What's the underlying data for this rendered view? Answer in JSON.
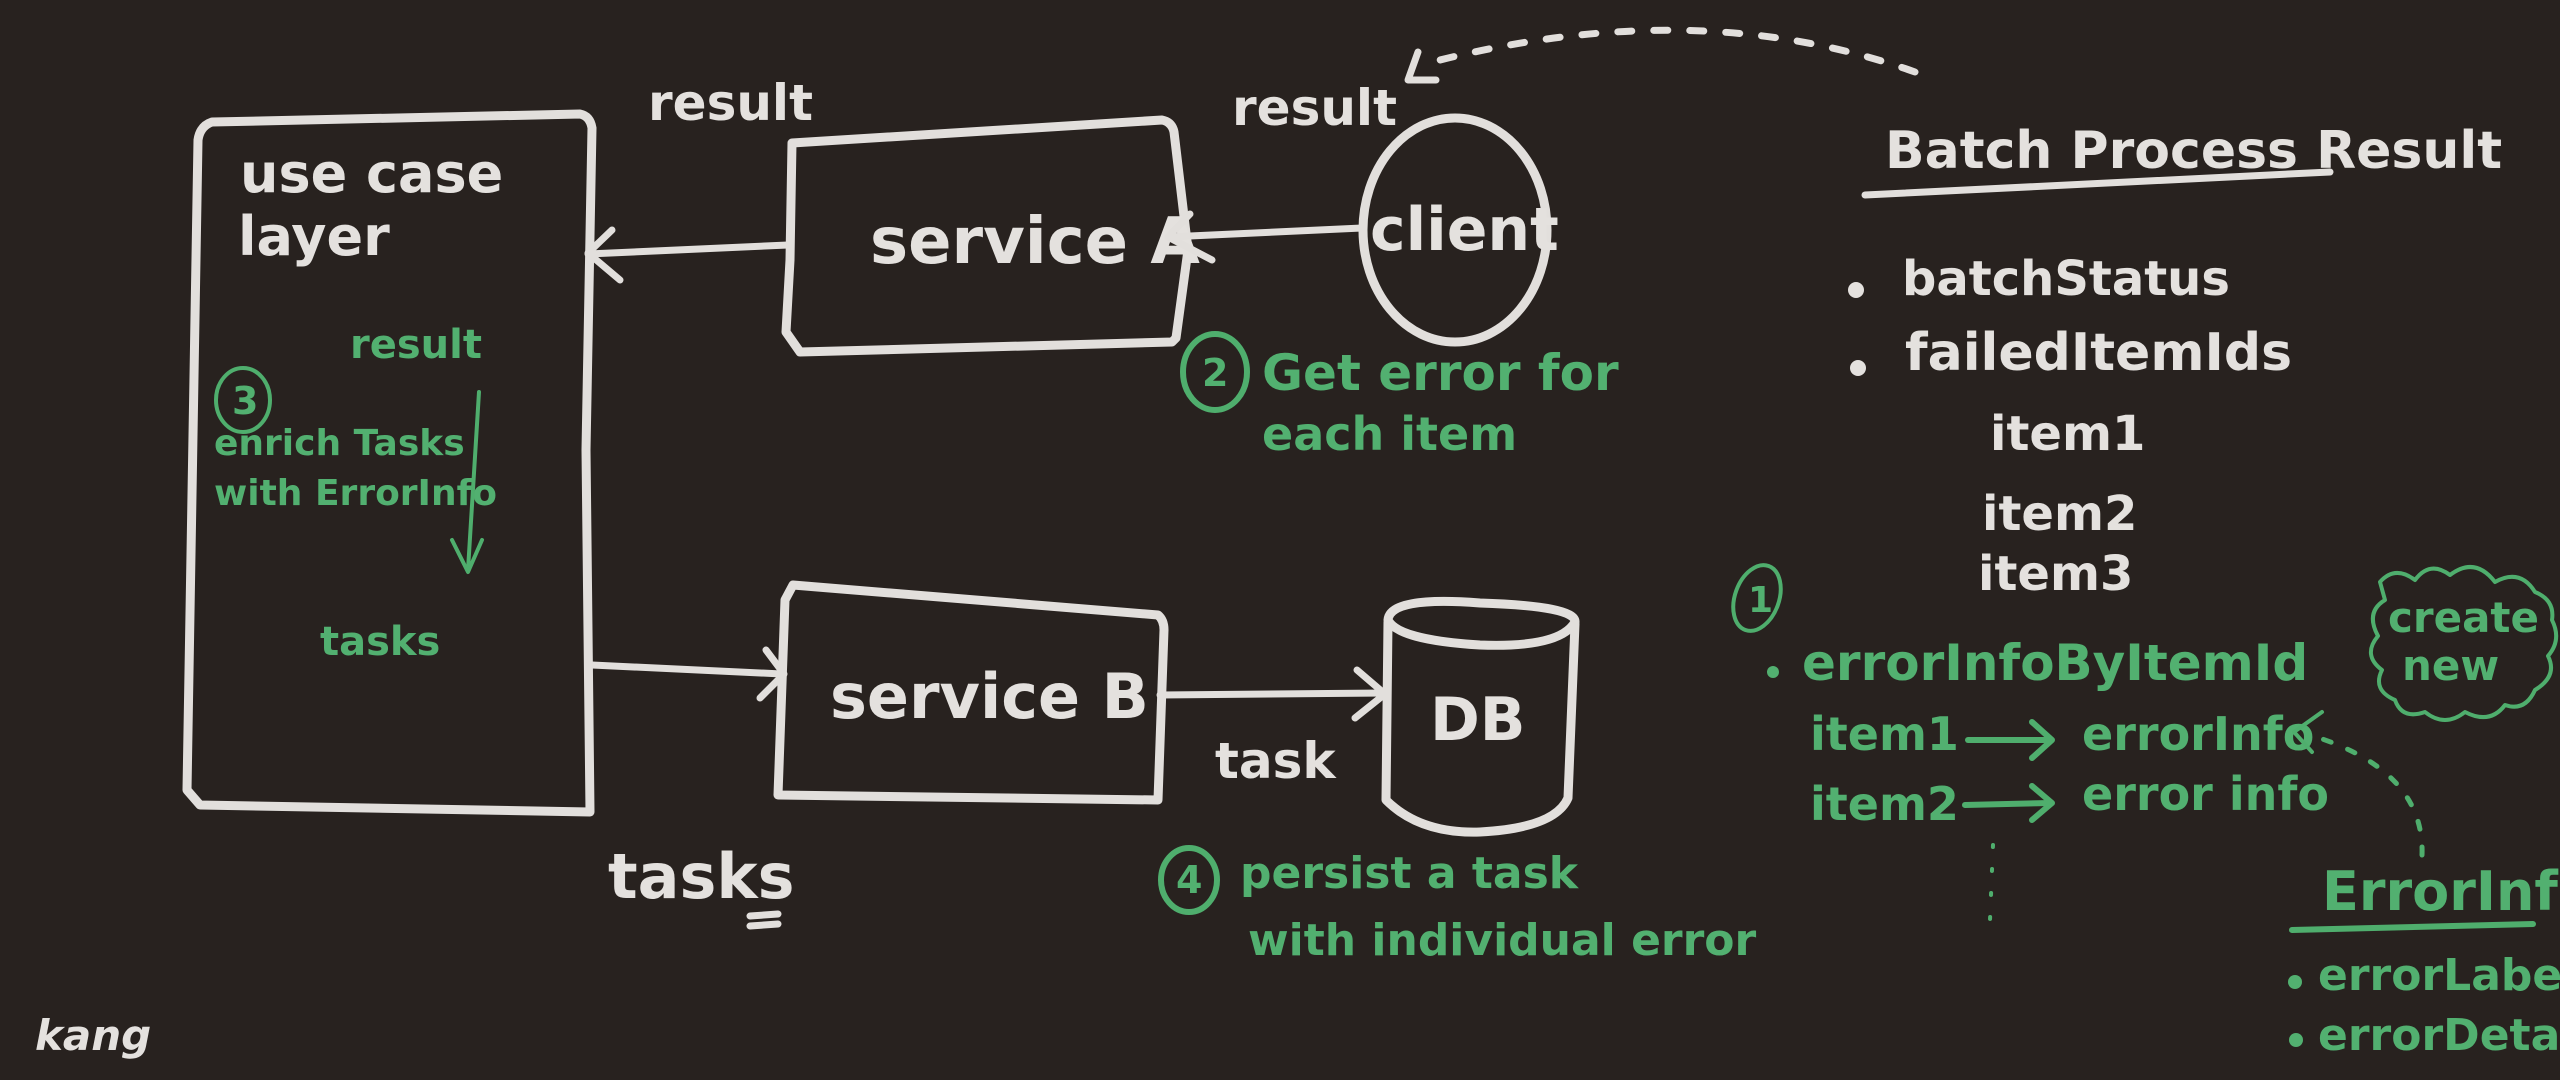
{
  "colors": {
    "background": "#28221f",
    "chalk_white": "#e2dfdc",
    "chalk_green": "#4fae6d"
  },
  "nodes": {
    "use_case": {
      "line1": "use case",
      "line2": "layer"
    },
    "service_a": {
      "label": "service A"
    },
    "service_b": {
      "label": "service B"
    },
    "client": {
      "label": "client"
    },
    "db": {
      "label": "DB"
    }
  },
  "edge_labels": {
    "result_top_left": "result",
    "result_top_right": "result",
    "task": "task",
    "tasks_bottom": "tasks"
  },
  "inner_labels": {
    "result_green": "result",
    "tasks_green": "tasks"
  },
  "steps": {
    "step1": {
      "number": "1"
    },
    "step2": {
      "number": "2",
      "line1": "Get error for",
      "line2": "each item"
    },
    "step3": {
      "number": "3",
      "line1": "enrich Tasks",
      "line2": "with ErrorInfo"
    },
    "step4": {
      "number": "4",
      "line1": "persist a task",
      "line2": "with individual error"
    }
  },
  "batch_result": {
    "title": "Batch Process Result",
    "fields": [
      "batchStatus",
      "failedItemIds"
    ],
    "failed_items": [
      "item1",
      "item2",
      "item3"
    ]
  },
  "error_map": {
    "field": "errorInfoByItemId",
    "rows": [
      {
        "key": "item1",
        "value": "errorInfo"
      },
      {
        "key": "item2",
        "value": "error info"
      }
    ]
  },
  "create_new": {
    "line1": "create",
    "line2": "new"
  },
  "error_info": {
    "title": "ErrorInfo",
    "fields": [
      "errorLabel",
      "errorDetails"
    ]
  },
  "signature": "kang"
}
